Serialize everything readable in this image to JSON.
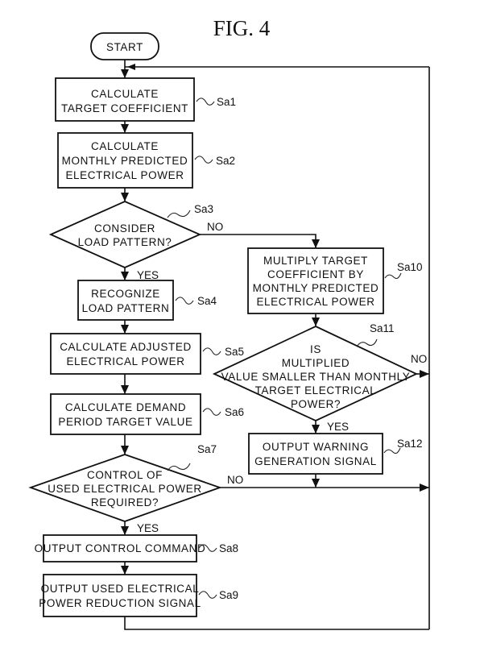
{
  "figure": {
    "title": "FIG. 4"
  },
  "nodes": {
    "start": {
      "type": "terminal",
      "lines": [
        "START"
      ]
    },
    "sa1": {
      "type": "process",
      "step": "Sa1",
      "lines": [
        "CALCULATE",
        "TARGET COEFFICIENT"
      ]
    },
    "sa2": {
      "type": "process",
      "step": "Sa2",
      "lines": [
        "CALCULATE",
        "MONTHLY PREDICTED",
        "ELECTRICAL POWER"
      ]
    },
    "sa3": {
      "type": "decision",
      "step": "Sa3",
      "lines": [
        "CONSIDER",
        "LOAD PATTERN?"
      ],
      "yes": "YES",
      "no": "NO"
    },
    "sa4": {
      "type": "process",
      "step": "Sa4",
      "lines": [
        "RECOGNIZE",
        "LOAD PATTERN"
      ]
    },
    "sa5": {
      "type": "process",
      "step": "Sa5",
      "lines": [
        "CALCULATE ADJUSTED",
        "ELECTRICAL POWER"
      ]
    },
    "sa6": {
      "type": "process",
      "step": "Sa6",
      "lines": [
        "CALCULATE DEMAND",
        "PERIOD TARGET VALUE"
      ]
    },
    "sa7": {
      "type": "decision",
      "step": "Sa7",
      "lines": [
        "CONTROL OF",
        "USED ELECTRICAL POWER",
        "REQUIRED?"
      ],
      "yes": "YES",
      "no": "NO"
    },
    "sa8": {
      "type": "process",
      "step": "Sa8",
      "lines": [
        "OUTPUT CONTROL COMMAND"
      ]
    },
    "sa9": {
      "type": "process",
      "step": "Sa9",
      "lines": [
        "OUTPUT USED ELECTRICAL",
        "POWER REDUCTION SIGNAL"
      ]
    },
    "sa10": {
      "type": "process",
      "step": "Sa10",
      "lines": [
        "MULTIPLY TARGET",
        "COEFFICIENT BY",
        "MONTHLY PREDICTED",
        "ELECTRICAL POWER"
      ]
    },
    "sa11": {
      "type": "decision",
      "step": "Sa11",
      "lines": [
        "IS",
        "MULTIPLIED",
        "VALUE SMALLER THAN MONTHLY",
        "TARGET ELECTRICAL",
        "POWER?"
      ],
      "yes": "YES",
      "no": "NO"
    },
    "sa12": {
      "type": "process",
      "step": "Sa12",
      "lines": [
        "OUTPUT WARNING",
        "GENERATION SIGNAL"
      ]
    }
  },
  "edges": [
    {
      "from": "start",
      "to": "sa1"
    },
    {
      "from": "sa1",
      "to": "sa2"
    },
    {
      "from": "sa2",
      "to": "sa3"
    },
    {
      "from": "sa3",
      "to": "sa4",
      "label": "YES"
    },
    {
      "from": "sa3",
      "to": "sa10",
      "label": "NO"
    },
    {
      "from": "sa4",
      "to": "sa5"
    },
    {
      "from": "sa5",
      "to": "sa6"
    },
    {
      "from": "sa6",
      "to": "sa7"
    },
    {
      "from": "sa7",
      "to": "sa8",
      "label": "YES"
    },
    {
      "from": "sa7",
      "to": "sa1",
      "label": "NO"
    },
    {
      "from": "sa8",
      "to": "sa9"
    },
    {
      "from": "sa9",
      "to": "sa1"
    },
    {
      "from": "sa10",
      "to": "sa11"
    },
    {
      "from": "sa11",
      "to": "sa12",
      "label": "YES"
    },
    {
      "from": "sa11",
      "to": "sa1",
      "label": "NO"
    },
    {
      "from": "sa12",
      "to": "sa1"
    }
  ]
}
